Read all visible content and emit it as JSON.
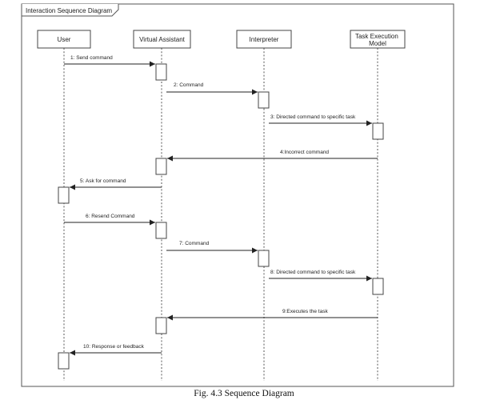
{
  "frame": {
    "title": "Interaction Sequence Diagram"
  },
  "lifelines": [
    {
      "id": "user",
      "label": "User"
    },
    {
      "id": "assistant",
      "label": "Virtual Assistant"
    },
    {
      "id": "interpreter",
      "label": "Interpreter"
    },
    {
      "id": "task",
      "label": "Task Execution Model"
    }
  ],
  "messages": [
    {
      "from": "user",
      "to": "assistant",
      "label": "1:  Send command"
    },
    {
      "from": "assistant",
      "to": "interpreter",
      "label": "2:  Command"
    },
    {
      "from": "interpreter",
      "to": "task",
      "label": "3:  Directed command to specific task"
    },
    {
      "from": "task",
      "to": "assistant",
      "label": "4:Incorrect command"
    },
    {
      "from": "assistant",
      "to": "user",
      "label": "5:  Ask for command"
    },
    {
      "from": "user",
      "to": "assistant",
      "label": "6:  Resend  Command"
    },
    {
      "from": "assistant",
      "to": "interpreter",
      "label": "7:  Command"
    },
    {
      "from": "interpreter",
      "to": "task",
      "label": "8:  Directed command to specific task"
    },
    {
      "from": "task",
      "to": "assistant",
      "label": "9:Executes the task"
    },
    {
      "from": "assistant",
      "to": "user",
      "label": "10:  Response or feedback"
    }
  ],
  "caption": "Fig. 4.3 Sequence Diagram"
}
